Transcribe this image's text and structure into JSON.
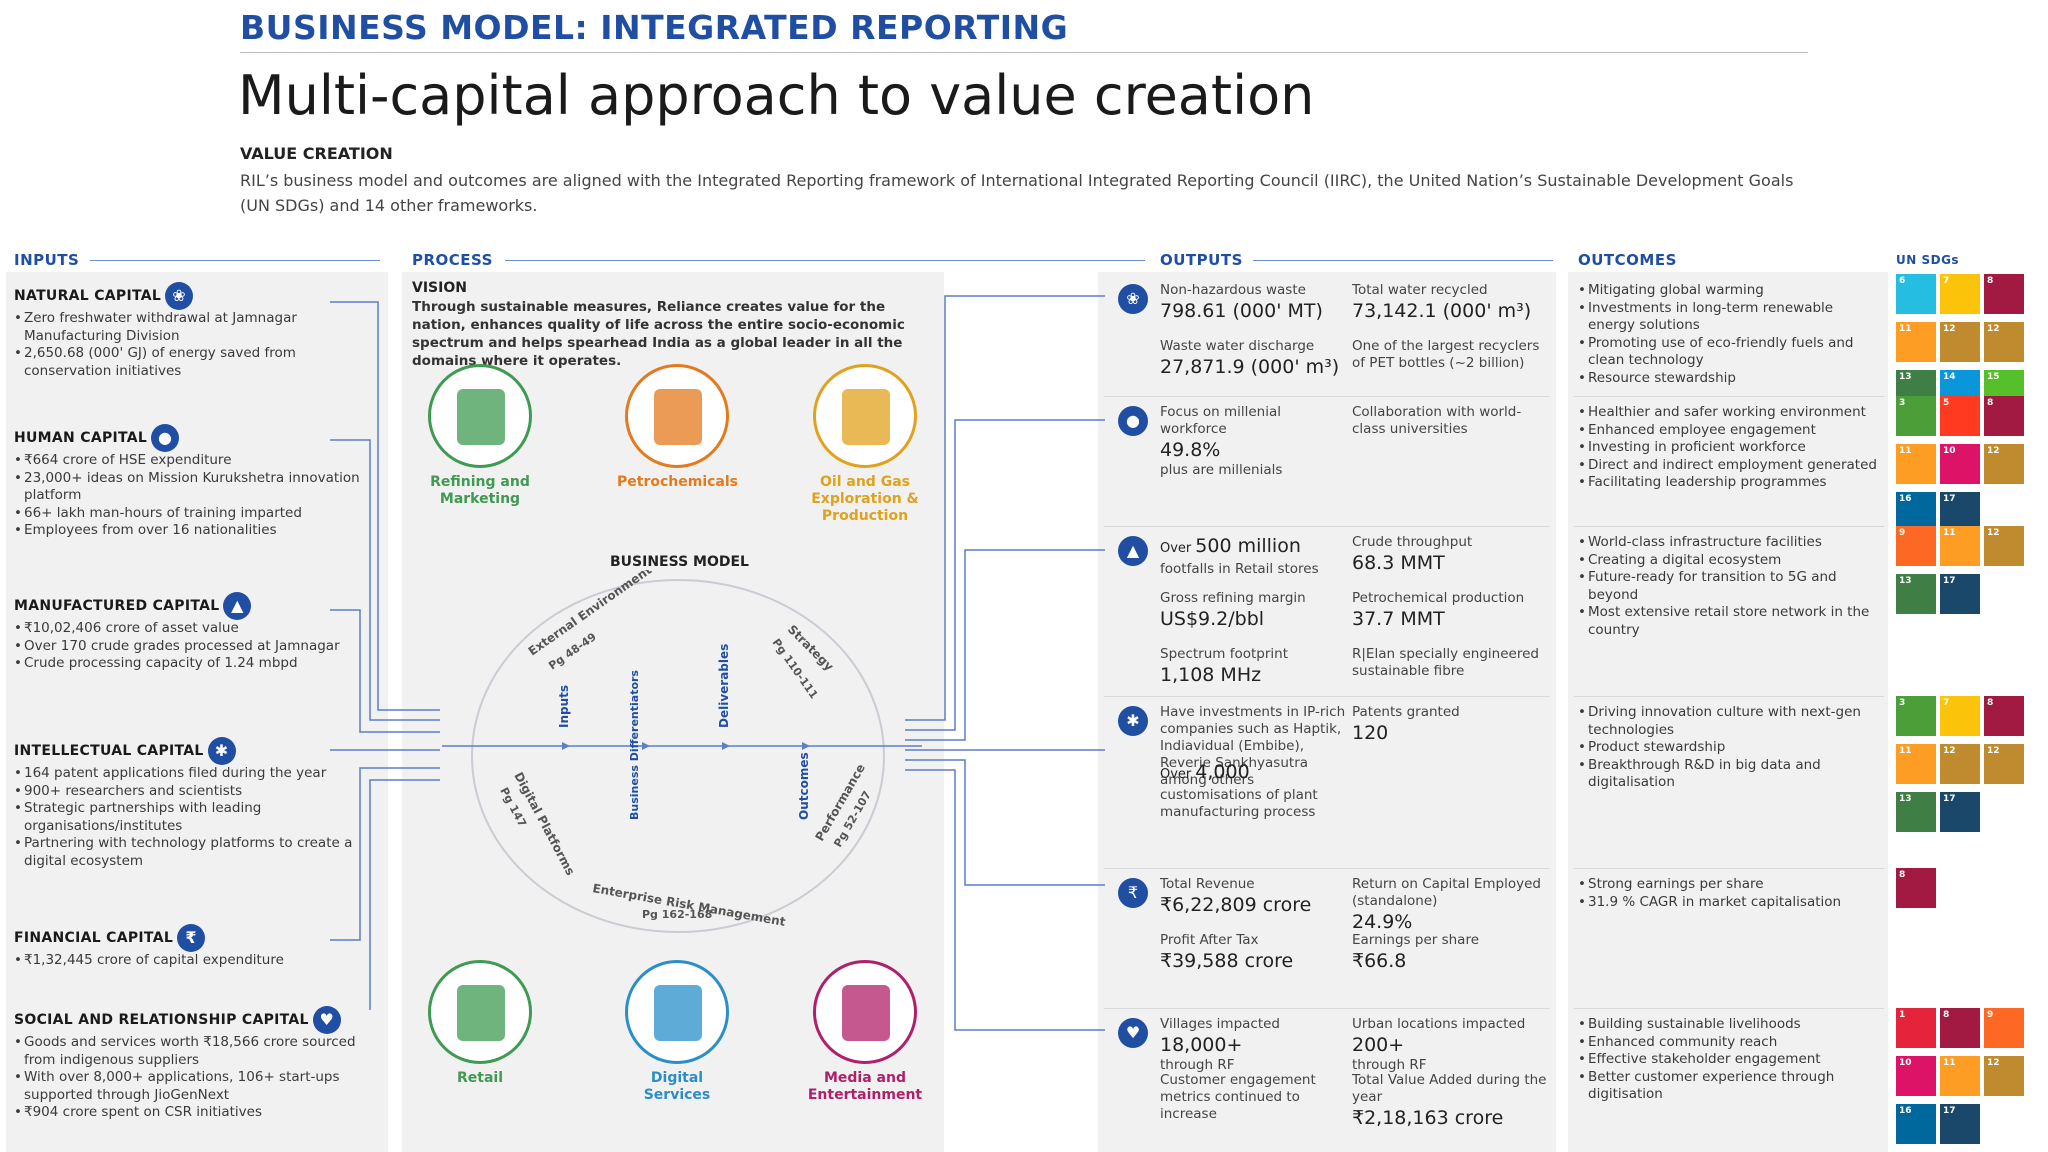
{
  "header": {
    "title": "BUSINESS MODEL: INTEGRATED REPORTING",
    "subtitle": "Multi-capital approach to value creation",
    "vc_heading": "VALUE CREATION",
    "vc_text": "RIL’s business model and outcomes are aligned with the Integrated Reporting framework of International Integrated Reporting Council (IIRC), the United Nation’s Sustainable Development Goals (UN SDGs) and 14 other frameworks."
  },
  "columns": {
    "inputs": "INPUTS",
    "process": "PROCESS",
    "outputs": "OUTPUTS",
    "outcomes": "OUTCOMES",
    "sdgs": "UN SDGs"
  },
  "inputs": [
    {
      "title": "NATURAL CAPITAL",
      "icon": "leaf-icon",
      "items": [
        "Zero freshwater withdrawal at Jamnagar Manufacturing Division",
        "2,650.68 (000' GJ) of energy saved from conservation initiatives"
      ]
    },
    {
      "title": "HUMAN CAPITAL",
      "icon": "person-icon",
      "items": [
        "₹664 crore of HSE expenditure",
        "23,000+ ideas on Mission Kurukshetra innovation platform",
        "66+ lakh man-hours of training imparted",
        "Employees from over 16 nationalities"
      ]
    },
    {
      "title": "MANUFACTURED CAPITAL",
      "icon": "factory-icon",
      "items": [
        "₹10,02,406 crore of asset value",
        "Over 170 crude grades processed at Jamnagar",
        "Crude processing capacity of 1.24 mbpd"
      ]
    },
    {
      "title": "INTELLECTUAL CAPITAL",
      "icon": "brain-icon",
      "items": [
        "164 patent applications filed during the year",
        "900+ researchers and scientists",
        "Strategic partnerships with leading organisations/institutes",
        "Partnering with technology platforms to create a digital ecosystem"
      ]
    },
    {
      "title": "FINANCIAL CAPITAL",
      "icon": "rupee-icon",
      "items": [
        "₹1,32,445 crore of capital expenditure"
      ]
    },
    {
      "title": "SOCIAL AND RELATIONSHIP CAPITAL",
      "icon": "handshake-icon",
      "items": [
        "Goods and services worth ₹18,566 crore sourced from indigenous suppliers",
        "With over 8,000+ applications, 106+ start-ups supported through JioGenNext",
        "₹904 crore spent on CSR initiatives"
      ]
    }
  ],
  "process": {
    "vision_heading": "VISION",
    "vision_text": "Through sustainable measures, Reliance creates value for the nation, enhances quality of life across the entire socio-economic spectrum and helps spearhead India as a global leader in all the domains where it operates.",
    "businesses_top": [
      {
        "label": "Refining and Marketing",
        "color": "#3f9a52",
        "icon": "refinery-icon"
      },
      {
        "label": "Petrochemicals",
        "color": "#e47a1e",
        "icon": "petrochemicals-icon"
      },
      {
        "label": "Oil and Gas Exploration & Production",
        "color": "#e0a21c",
        "icon": "oil-rig-icon"
      }
    ],
    "businesses_bottom": [
      {
        "label": "Retail",
        "color": "#3f9a52",
        "icon": "shopping-bag-icon"
      },
      {
        "label": "Digital Services",
        "color": "#2a8fc9",
        "icon": "digital-person-icon"
      },
      {
        "label": "Media and Entertainment",
        "color": "#b0206a",
        "icon": "broadcast-van-icon"
      }
    ],
    "model_title": "BUSINESS MODEL",
    "ring_labels": {
      "ext_env": "External Environment",
      "ext_env_pg": "Pg 48-49",
      "strategy": "Strategy",
      "strategy_pg": "Pg 110-111",
      "digital": "Digital Platforms",
      "digital_pg": "Pg 147",
      "perf": "Performance",
      "perf_pg": "Pg 52-107",
      "erm": "Enterprise Risk Management",
      "erm_pg": "Pg 162-168"
    },
    "inner_labels": {
      "inputs": "Inputs",
      "deliverables": "Deliverables",
      "differentiators": "Business Differentiators",
      "outcomes": "Outcomes"
    }
  },
  "outputs": [
    {
      "icon": "leaf-icon",
      "cells": [
        {
          "label": "Non-hazardous waste",
          "value": "798.61 (000' MT)"
        },
        {
          "label": "Total water recycled",
          "value": "73,142.1 (000' m³)"
        },
        {
          "label": "Waste water discharge",
          "value": "27,871.9 (000' m³)"
        },
        {
          "label": "One of the largest recyclers of PET bottles (~2 billion)",
          "value": ""
        }
      ]
    },
    {
      "icon": "person-icon",
      "cells": [
        {
          "label": "Focus on millenial workforce",
          "value": "49.8%",
          "sub": "plus are millenials"
        },
        {
          "label": "Collaboration with world-class universities",
          "value": ""
        }
      ]
    },
    {
      "icon": "factory-icon",
      "cells": [
        {
          "pre": "Over",
          "value": "500 million",
          "sub": "footfalls in Retail stores"
        },
        {
          "label": "Crude throughput",
          "value": "68.3 MMT"
        },
        {
          "label": "Gross refining margin",
          "value": "US$9.2/bbl"
        },
        {
          "label": "Petrochemical production",
          "value": "37.7 MMT"
        },
        {
          "label": "Spectrum footprint",
          "value": "1,108 MHz"
        },
        {
          "label": "R|Elan specially engineered sustainable fibre",
          "value": ""
        }
      ]
    },
    {
      "icon": "brain-icon",
      "cells": [
        {
          "label": "Have investments in IP-rich companies such as Haptik, Indiavidual (Embibe), Reverie Sankhyasutra among others",
          "value": ""
        },
        {
          "label": "Patents granted",
          "value": "120"
        },
        {
          "pre": "Over",
          "value": "4,000",
          "sub": "customisations of plant manufacturing process"
        }
      ]
    },
    {
      "icon": "rupee-icon",
      "cells": [
        {
          "label": "Total Revenue",
          "value": "₹6,22,809 crore"
        },
        {
          "label": "Return on Capital Employed (standalone)",
          "value": "24.9%"
        },
        {
          "label": "Profit After Tax",
          "value": "₹39,588 crore"
        },
        {
          "label": "Earnings per share",
          "value": "₹66.8"
        }
      ]
    },
    {
      "icon": "handshake-icon",
      "cells": [
        {
          "label": "Villages impacted",
          "value": "18,000+",
          "sub": "through RF"
        },
        {
          "label": "Urban locations impacted",
          "value": "200+",
          "sub": "through RF"
        },
        {
          "label": "Customer engagement metrics continued to increase",
          "value": ""
        },
        {
          "label": "Total Value Added during the year",
          "value": "₹2,18,163 crore"
        }
      ]
    }
  ],
  "outcomes": [
    [
      "Mitigating global warming",
      "Investments in long-term renewable energy solutions",
      "Promoting use of eco-friendly fuels and clean technology",
      "Resource stewardship"
    ],
    [
      "Healthier and safer working environment",
      "Enhanced employee engagement",
      "Investing in proficient workforce",
      "Direct and indirect employment generated",
      "Facilitating leadership programmes"
    ],
    [
      "World-class infrastructure facilities",
      "Creating a digital ecosystem",
      "Future-ready for transition to 5G and beyond",
      "Most extensive retail store network in the country"
    ],
    [
      "Driving innovation culture with next-gen technologies",
      "Product stewardship",
      "Breakthrough R&D in big data and digitalisation"
    ],
    [
      "Strong earnings per share",
      "31.9 % CAGR in market capitalisation"
    ],
    [
      "Building sustainable livelihoods",
      "Enhanced community reach",
      "Effective stakeholder engagement",
      "Better customer experience through digitisation"
    ]
  ],
  "sdgs": [
    [
      {
        "n": "6",
        "c": "#26bde2"
      },
      {
        "n": "7",
        "c": "#fcc30b"
      },
      {
        "n": "8",
        "c": "#a21942"
      },
      {
        "n": "11",
        "c": "#fd9d24"
      },
      {
        "n": "12",
        "c": "#bf8b2e"
      },
      {
        "n": "12",
        "c": "#bf8b2e"
      },
      {
        "n": "13",
        "c": "#3f7e44"
      },
      {
        "n": "14",
        "c": "#0a97d9"
      },
      {
        "n": "15",
        "c": "#56c02b"
      }
    ],
    [
      {
        "n": "3",
        "c": "#4c9f38"
      },
      {
        "n": "5",
        "c": "#ff3a21"
      },
      {
        "n": "8",
        "c": "#a21942"
      },
      {
        "n": "11",
        "c": "#fd9d24"
      },
      {
        "n": "10",
        "c": "#dd1367"
      },
      {
        "n": "12",
        "c": "#bf8b2e"
      },
      {
        "n": "16",
        "c": "#00689d"
      },
      {
        "n": "17",
        "c": "#19486a"
      }
    ],
    [
      {
        "n": "9",
        "c": "#fd6925"
      },
      {
        "n": "11",
        "c": "#fd9d24"
      },
      {
        "n": "12",
        "c": "#bf8b2e"
      },
      {
        "n": "13",
        "c": "#3f7e44"
      },
      {
        "n": "17",
        "c": "#19486a"
      }
    ],
    [
      {
        "n": "3",
        "c": "#4c9f38"
      },
      {
        "n": "7",
        "c": "#fcc30b"
      },
      {
        "n": "8",
        "c": "#a21942"
      },
      {
        "n": "11",
        "c": "#fd9d24"
      },
      {
        "n": "12",
        "c": "#bf8b2e"
      },
      {
        "n": "12",
        "c": "#bf8b2e"
      },
      {
        "n": "13",
        "c": "#3f7e44"
      },
      {
        "n": "17",
        "c": "#19486a"
      }
    ],
    [
      {
        "n": "8",
        "c": "#a21942"
      }
    ],
    [
      {
        "n": "1",
        "c": "#e5243b"
      },
      {
        "n": "8",
        "c": "#a21942"
      },
      {
        "n": "9",
        "c": "#fd6925"
      },
      {
        "n": "10",
        "c": "#dd1367"
      },
      {
        "n": "11",
        "c": "#fd9d24"
      },
      {
        "n": "12",
        "c": "#bf8b2e"
      },
      {
        "n": "16",
        "c": "#00689d"
      },
      {
        "n": "17",
        "c": "#19486a"
      }
    ]
  ]
}
